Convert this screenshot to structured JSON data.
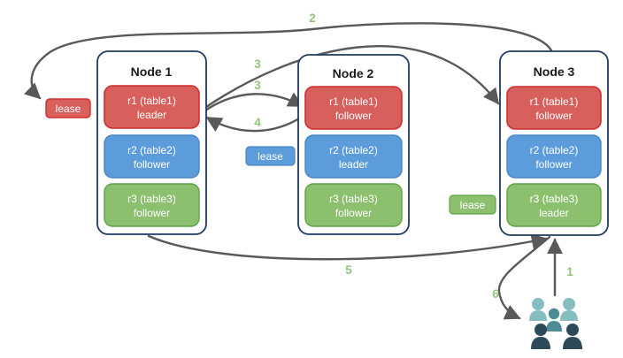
{
  "steps": {
    "s1": "1",
    "s2": "2",
    "s3a": "3",
    "s3b": "3",
    "s4": "4",
    "s5": "5",
    "s6": "6"
  },
  "leases": {
    "red": "lease",
    "blue": "lease",
    "green": "lease"
  },
  "nodes": [
    {
      "name": "Node 1",
      "replicas": [
        {
          "label": "r1 (table1)",
          "role": "leader"
        },
        {
          "label": "r2 (table2)",
          "role": "follower"
        },
        {
          "label": "r3 (table3)",
          "role": "follower"
        }
      ]
    },
    {
      "name": "Node 2",
      "replicas": [
        {
          "label": "r1 (table1)",
          "role": "follower"
        },
        {
          "label": "r2 (table2)",
          "role": "leader"
        },
        {
          "label": "r3 (table3)",
          "role": "follower"
        }
      ]
    },
    {
      "name": "Node 3",
      "replicas": [
        {
          "label": "r1 (table1)",
          "role": "follower"
        },
        {
          "label": "r2 (table2)",
          "role": "follower"
        },
        {
          "label": "r3 (table3)",
          "role": "leader"
        }
      ]
    }
  ],
  "colors": {
    "background": "#FFFFFF",
    "red_fill": "#D75F5C",
    "red_stroke": "#CE302F",
    "blue_fill": "#5D9CDB",
    "blue_stroke": "#4A86C4",
    "green_fill": "#8CC06F",
    "green_stroke": "#5FA348",
    "node_stroke": "#1F3A63",
    "arrow": "#595959",
    "step_green": "#93C47D",
    "title_text": "#1A1A1A",
    "box_text": "#FFFFFF",
    "users_light": "#86BEC0",
    "users_medium": "#4D8C96",
    "users_dark": "#2C4A5A"
  }
}
